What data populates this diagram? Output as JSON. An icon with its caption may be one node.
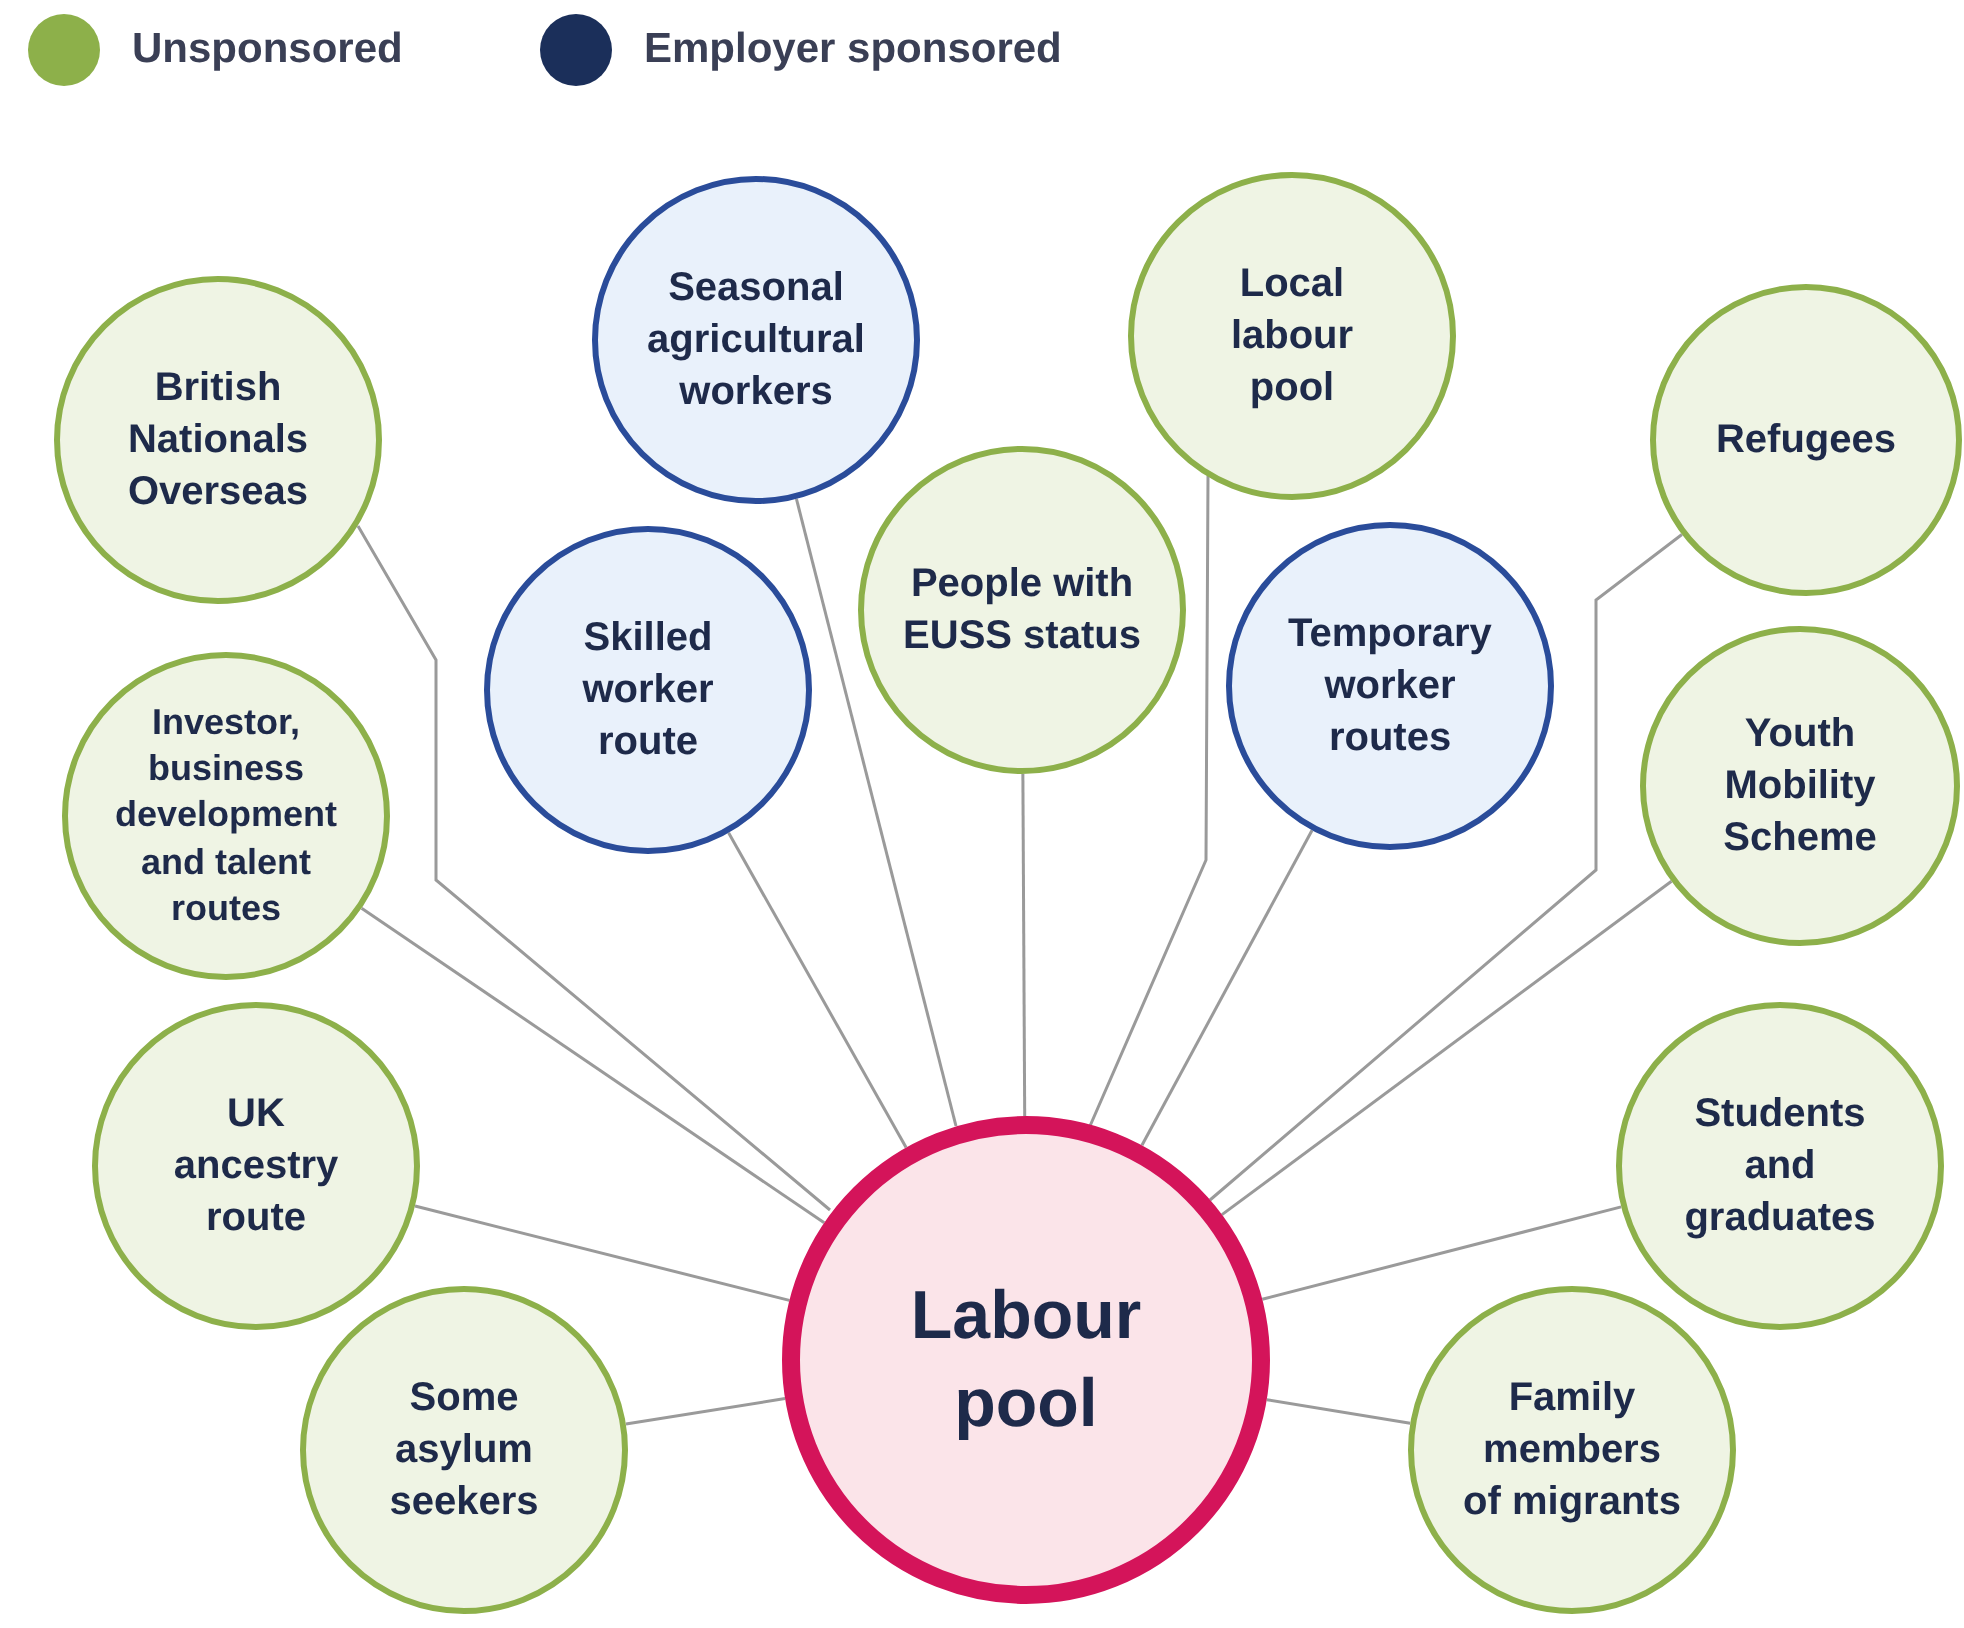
{
  "diagram": {
    "nodes": [
      {
        "text": [
          "British Nationals Overseas"
        ]
      },
      {
        "text": [
          "Seasonal agricultural workers"
        ]
      },
      {
        "text": [
          "Local labour pool"
        ]
      },
      {
        "text": [
          "Refugees"
        ]
      },
      {
        "text": [
          "Skilled worker route"
        ]
      },
      {
        "text": [
          "People with EUSS status"
        ]
      },
      {
        "text": [
          "Temporary worker routes"
        ]
      },
      {
        "text": [
          "Investor, business development and talent routes"
        ]
      },
      {
        "text": [
          "Youth Mobility Scheme"
        ]
      },
      {
        "text": [
          "UK ancestry route"
        ]
      },
      {
        "text": [
          "Students and graduates"
        ]
      },
      {
        "text": [
          "Labour pool"
        ]
      },
      {
        "text": [
          "Some asylum seekers"
        ]
      },
      {
        "text": [
          "Family members of migrants"
        ]
      }
    ],
    "edges": [
      {
        "from": 0,
        "to": 11,
        "arrow": "none"
      },
      {
        "from": 1,
        "to": 11,
        "arrow": "none"
      },
      {
        "from": 2,
        "to": 11,
        "arrow": "none"
      },
      {
        "from": 3,
        "to": 11,
        "arrow": "none"
      },
      {
        "from": 4,
        "to": 11,
        "arrow": "none"
      },
      {
        "from": 5,
        "to": 11,
        "arrow": "none"
      },
      {
        "from": 6,
        "to": 11,
        "arrow": "none"
      },
      {
        "from": 7,
        "to": 11,
        "arrow": "none"
      },
      {
        "from": 8,
        "to": 11,
        "arrow": "none"
      },
      {
        "from": 9,
        "to": 11,
        "arrow": "none"
      },
      {
        "from": 10,
        "to": 11,
        "arrow": "none"
      },
      {
        "from": 12,
        "to": 11,
        "arrow": "none"
      },
      {
        "from": 13,
        "to": 11,
        "arrow": "none"
      }
    ],
    "legend": [
      {
        "text": "Unsponsored",
        "color": "#8db04a"
      },
      {
        "text": "Employer sponsored",
        "color": "#1b2f5a"
      }
    ]
  }
}
